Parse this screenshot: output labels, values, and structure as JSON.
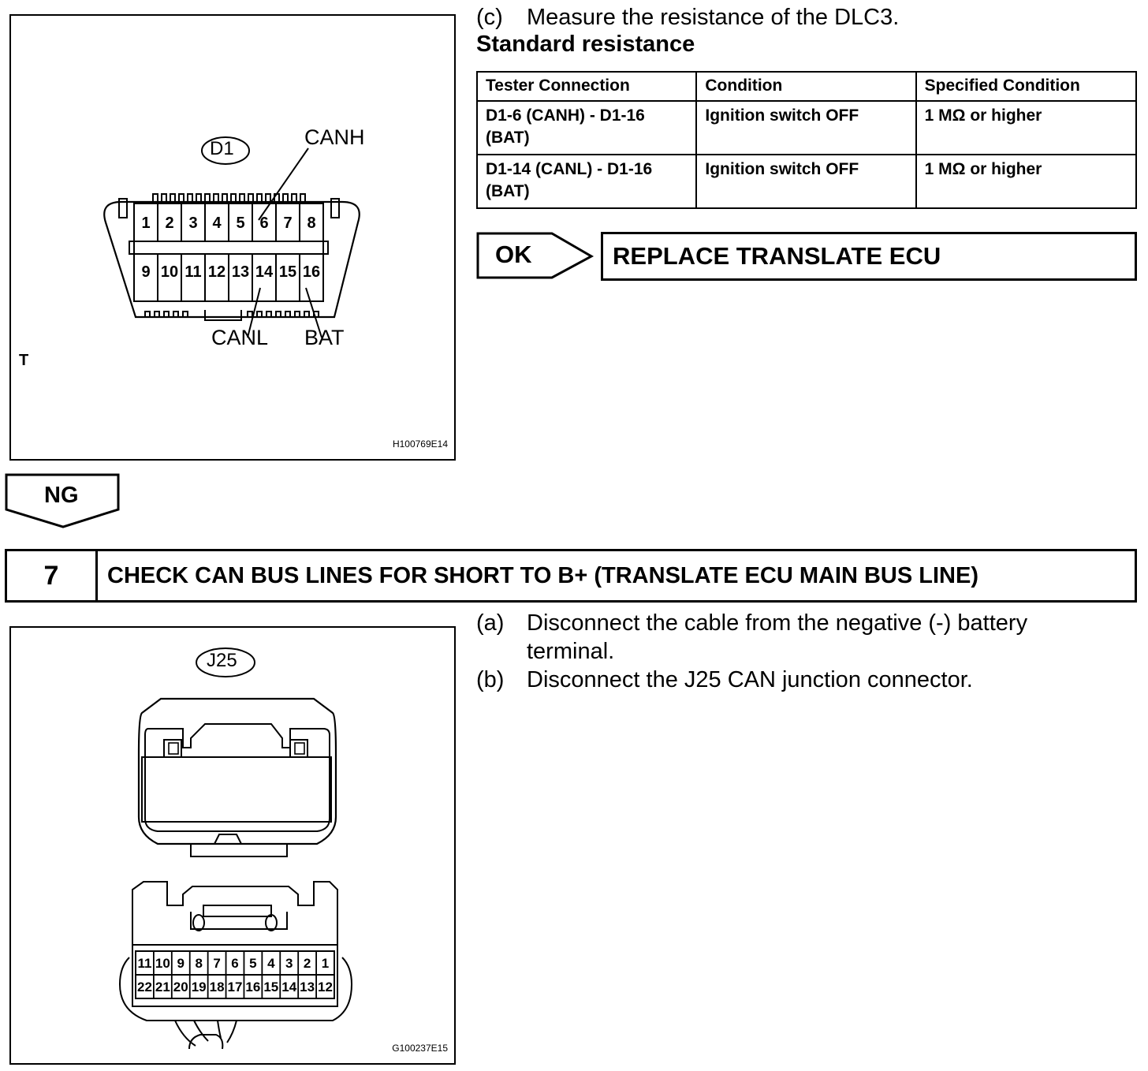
{
  "figure_top": {
    "connector_label": "D1",
    "labels": {
      "canh": "CANH",
      "canl": "CANL",
      "bat": "BAT"
    },
    "pins_top": [
      "1",
      "2",
      "3",
      "4",
      "5",
      "6",
      "7",
      "8"
    ],
    "pins_bottom": [
      "9",
      "10",
      "11",
      "12",
      "13",
      "14",
      "15",
      "16"
    ],
    "corner_mark": "T",
    "code": "H100769E14"
  },
  "step_c": {
    "marker": "(c)",
    "text": "Measure the resistance of the DLC3.",
    "heading": "Standard resistance"
  },
  "table": {
    "headers": [
      "Tester Connection",
      "Condition",
      "Specified Condition"
    ],
    "rows": [
      [
        "D1-6 (CANH) - D1-16 (BAT)",
        "Ignition switch OFF",
        "1 MΩ or higher"
      ],
      [
        "D1-14 (CANL) - D1-16 (BAT)",
        "Ignition switch OFF",
        "1 MΩ or higher"
      ]
    ]
  },
  "ok_result": {
    "tag": "OK",
    "text": "REPLACE TRANSLATE ECU"
  },
  "ng_tag": "NG",
  "step7": {
    "number": "7",
    "title": "CHECK CAN BUS LINES FOR SHORT TO B+ (TRANSLATE ECU MAIN BUS LINE)"
  },
  "step7_items": [
    {
      "marker": "(a)",
      "text": "Disconnect the cable from the negative (-) battery terminal."
    },
    {
      "marker": "(b)",
      "text": "Disconnect the J25 CAN junction connector."
    }
  ],
  "figure_bottom": {
    "connector_label": "J25",
    "pins_top": [
      "11",
      "10",
      "9",
      "8",
      "7",
      "6",
      "5",
      "4",
      "3",
      "2",
      "1"
    ],
    "pins_bottom": [
      "22",
      "21",
      "20",
      "19",
      "18",
      "17",
      "16",
      "15",
      "14",
      "13",
      "12"
    ],
    "code": "G100237E15"
  }
}
